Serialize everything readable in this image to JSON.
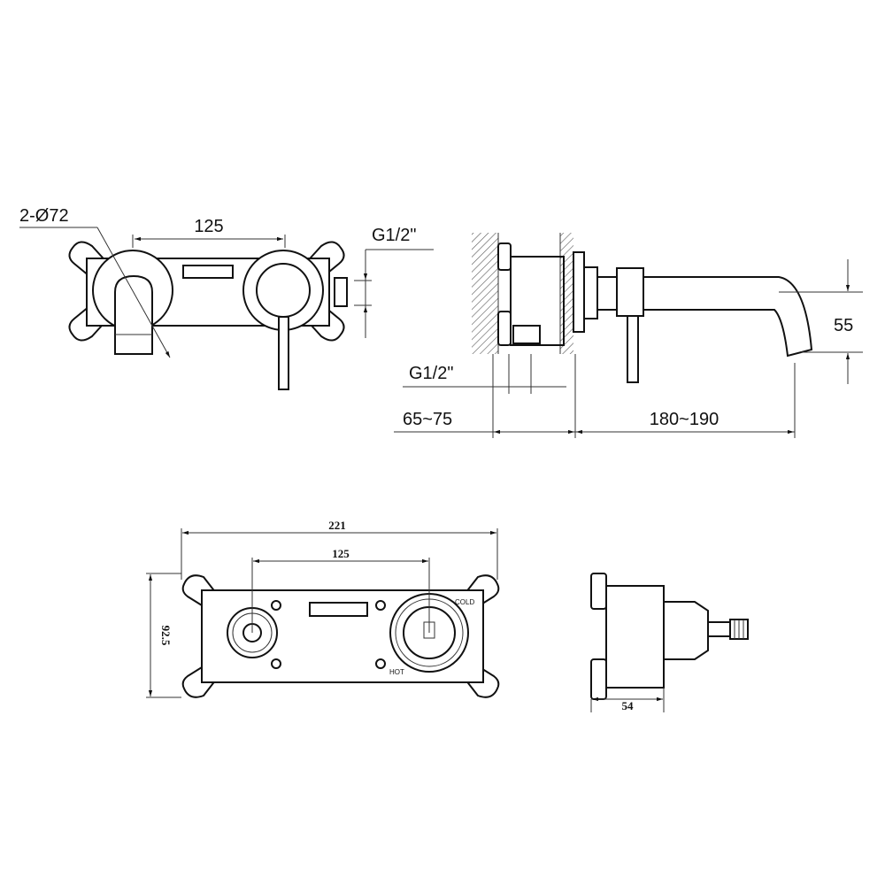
{
  "front_view": {
    "dia_label": "2-Ø72",
    "spacing_label": "125",
    "inlet_label": "G1/2\""
  },
  "side_view": {
    "inlet_label": "G1/2\"",
    "depth_label": "65~75",
    "spout_label": "180~190",
    "height_label": "55"
  },
  "box_front": {
    "width_label": "221",
    "spacing_label": "125",
    "height_label": "92.5",
    "cold_label": "COLD",
    "hot_label": "HOT"
  },
  "box_side": {
    "depth_label": "54"
  },
  "colors": {
    "line": "#111111",
    "background": "#ffffff"
  }
}
